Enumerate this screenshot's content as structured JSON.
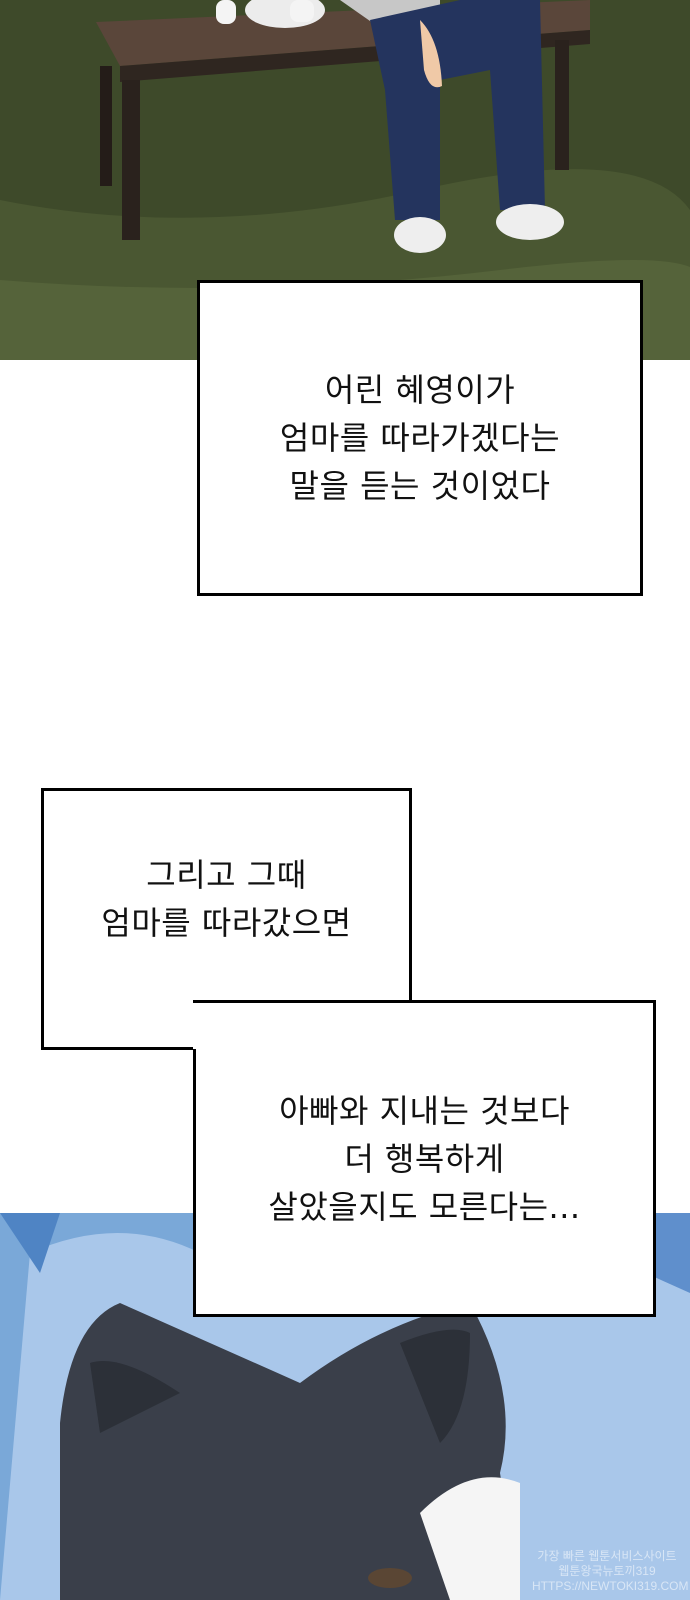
{
  "narration_boxes": [
    {
      "lines": [
        "어린 혜영이가",
        "엄마를 따라가겠다는",
        "말을 듣는 것이었다"
      ]
    },
    {
      "lines": [
        "그리고 그때",
        "엄마를 따라갔으면"
      ]
    },
    {
      "lines": [
        "아빠와 지내는 것보다",
        "더 행복하게",
        "살았을지도 모른다는..."
      ]
    }
  ],
  "watermark": {
    "lines": [
      "가장 빠른 웹툰서비스사이트",
      "웹툰왕국뉴토끼319",
      "HTTPS://NEWTOKI319.COM"
    ]
  },
  "colors": {
    "grass": "#3e4a2a",
    "bench": "#4a3a2e",
    "jeans": "#24345e",
    "sky": "#7aa8d8",
    "cat": "#3a3f4a"
  }
}
